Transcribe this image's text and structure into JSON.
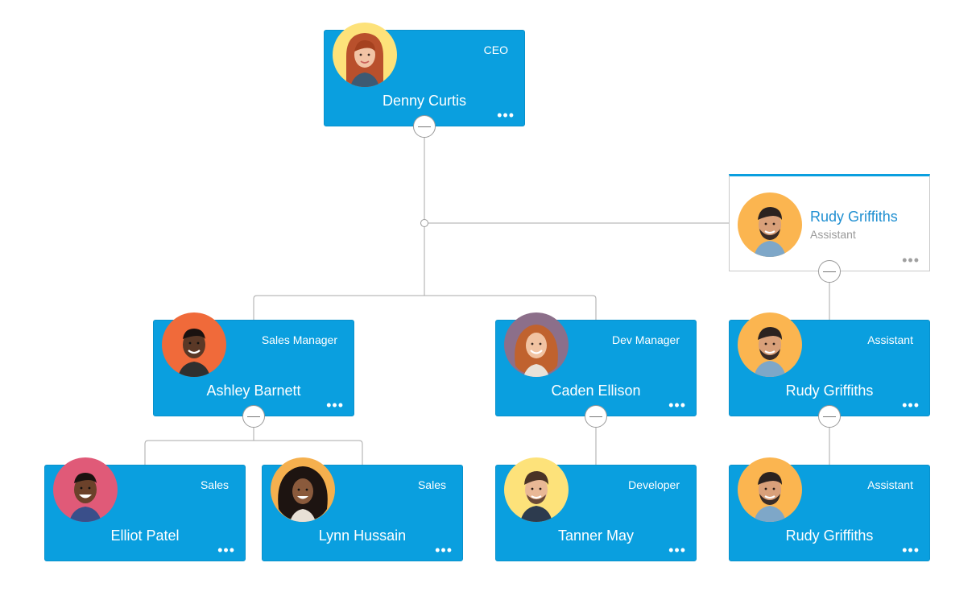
{
  "org_chart": {
    "ceo": {
      "name": "Denny Curtis",
      "role": "CEO",
      "avatar_bg": "#fde27a",
      "avatar": "woman-red-hair-avatar"
    },
    "assistant_top": {
      "name": "Rudy Griffiths",
      "role": "Assistant",
      "avatar_bg": "#fbb550",
      "avatar": "man-beard-avatar"
    },
    "sales_manager": {
      "name": "Ashley Barnett",
      "role": "Sales Manager",
      "avatar_bg": "#f06a3a",
      "avatar": "man-dark-skin-avatar"
    },
    "dev_manager": {
      "name": "Caden Ellison",
      "role": "Dev Manager",
      "avatar_bg": "#8c6f8a",
      "avatar": "woman-curly-red-avatar"
    },
    "assistant_mid": {
      "name": "Rudy Griffiths",
      "role": "Assistant",
      "avatar_bg": "#fbb550",
      "avatar": "man-beard-avatar"
    },
    "sales1": {
      "name": "Elliot Patel",
      "role": "Sales",
      "avatar_bg": "#e05a78",
      "avatar": "man-smiling-avatar"
    },
    "sales2": {
      "name": "Lynn Hussain",
      "role": "Sales",
      "avatar_bg": "#f5b04e",
      "avatar": "woman-curly-dark-avatar"
    },
    "developer": {
      "name": "Tanner May",
      "role": "Developer",
      "avatar_bg": "#fde27a",
      "avatar": "man-short-hair-avatar"
    },
    "assistant_bottom": {
      "name": "Rudy Griffiths",
      "role": "Assistant",
      "avatar_bg": "#fbb550",
      "avatar": "man-beard-avatar"
    }
  },
  "more_glyph": "•••",
  "colors": {
    "card_blue": "#0a9fdf",
    "assistant_name": "#1f8fd1",
    "connector": "#a8a8a8"
  }
}
